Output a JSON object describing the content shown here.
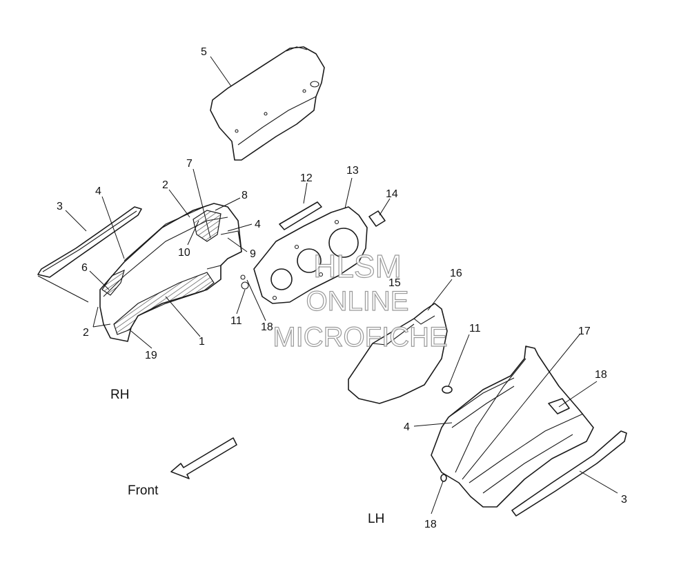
{
  "watermark": {
    "line1": "HLSM",
    "line2": "ONLINE",
    "line3": "MICROFICHE"
  },
  "labels": {
    "rh": "RH",
    "lh": "LH",
    "front": "Front"
  },
  "callouts": [
    {
      "id": "c5",
      "text": "5"
    },
    {
      "id": "c7",
      "text": "7"
    },
    {
      "id": "c2a",
      "text": "2"
    },
    {
      "id": "c4a",
      "text": "4"
    },
    {
      "id": "c3a",
      "text": "3"
    },
    {
      "id": "c8",
      "text": "8"
    },
    {
      "id": "c4b",
      "text": "4"
    },
    {
      "id": "c10",
      "text": "10"
    },
    {
      "id": "c9",
      "text": "9"
    },
    {
      "id": "c6",
      "text": "6"
    },
    {
      "id": "c2b",
      "text": "2"
    },
    {
      "id": "c19",
      "text": "19"
    },
    {
      "id": "c1",
      "text": "1"
    },
    {
      "id": "c11a",
      "text": "11"
    },
    {
      "id": "c18a",
      "text": "18"
    },
    {
      "id": "c12",
      "text": "12"
    },
    {
      "id": "c13",
      "text": "13"
    },
    {
      "id": "c14",
      "text": "14"
    },
    {
      "id": "c15",
      "text": "15"
    },
    {
      "id": "c16",
      "text": "16"
    },
    {
      "id": "c11b",
      "text": "11"
    },
    {
      "id": "c17",
      "text": "17"
    },
    {
      "id": "c18b",
      "text": "18"
    },
    {
      "id": "c4c",
      "text": "4"
    },
    {
      "id": "c3b",
      "text": "3"
    },
    {
      "id": "c18c",
      "text": "18"
    }
  ]
}
